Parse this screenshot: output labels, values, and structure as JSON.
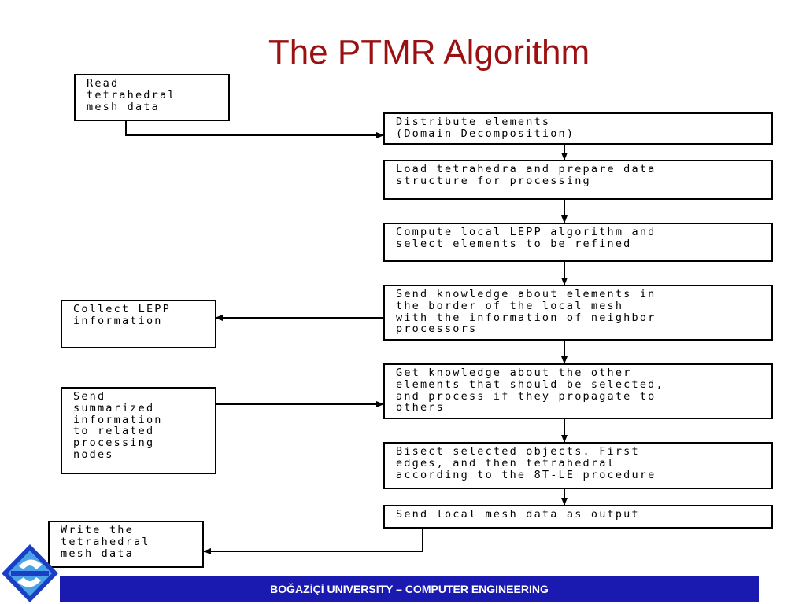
{
  "slide": {
    "title": "The PTMR Algorithm",
    "footer": "BOĞAZİÇİ UNIVERSITY  –  COMPUTER ENGINEERING",
    "logo_icon": "university-logo-icon",
    "colors": {
      "title": "#9b1111",
      "footer_bg": "#1a1ab0",
      "footer_text": "#ffffff"
    }
  },
  "flowchart": {
    "read": "Read\ntetrahedral\nmesh data",
    "distribute": "Distribute elements\n(Domain Decomposition)",
    "load": "Load tetrahedra and prepare data\nstructure for processing",
    "compute": "Compute local LEPP algorithm and\nselect elements to be refined",
    "send_knowledge": "Send knowledge about elements in\nthe border of the local mesh\nwith the information of neighbor\nprocessors",
    "collect": "Collect LEPP\ninformation",
    "get_knowledge": "Get knowledge about the other\nelements that should be selected,\nand process if they propagate to\nothers",
    "send_summarized": "Send\nsummarized\ninformation\nto related\nprocessing\nnodes",
    "bisect": "Bisect selected objects. First\nedges, and then tetrahedral\naccording to the 8T-LE procedure",
    "send_output": "Send local mesh data as output",
    "write": "Write the\ntetrahedral\nmesh data"
  }
}
